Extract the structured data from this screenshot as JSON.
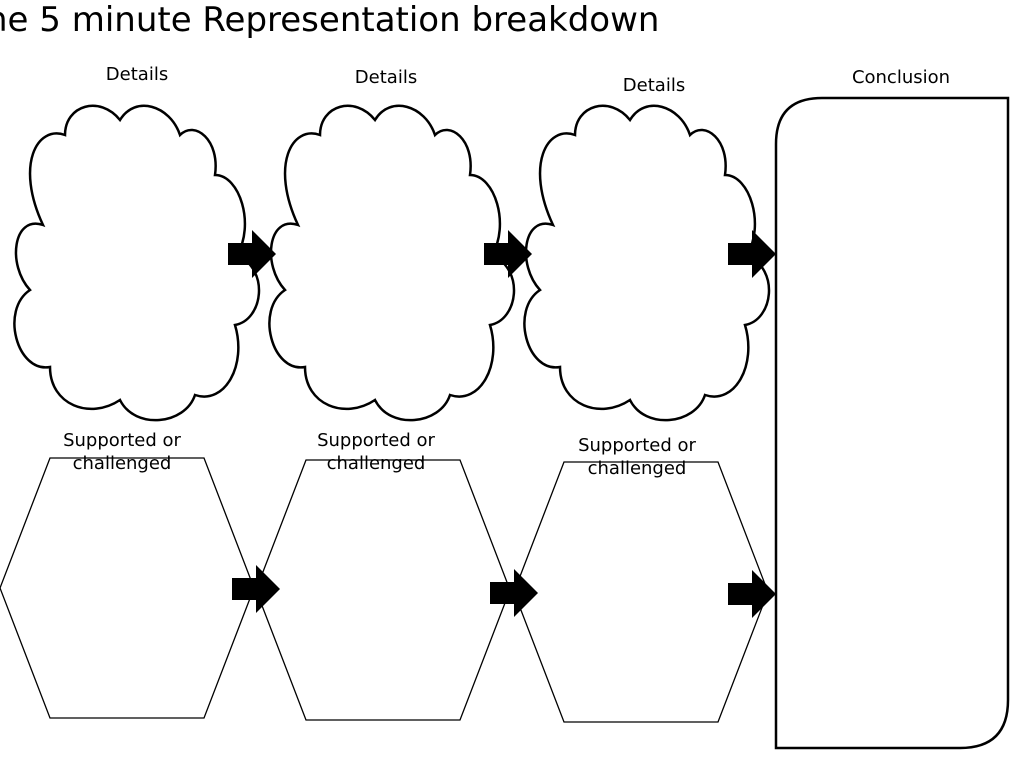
{
  "title": "he 5 minute Representation breakdown",
  "labels": {
    "details_1": "Details",
    "details_2": "Details",
    "details_3": "Details",
    "conclusion": "Conclusion",
    "sc_1_line1": "Supported or",
    "sc_1_line2": "challenged",
    "sc_2_line1": "Supported or",
    "sc_2_line2": "challenged",
    "sc_3_line1": "Supported or",
    "sc_3_line2": "challenged"
  },
  "colors": {
    "stroke": "#000000",
    "fill": "#ffffff",
    "arrow": "#000000"
  }
}
